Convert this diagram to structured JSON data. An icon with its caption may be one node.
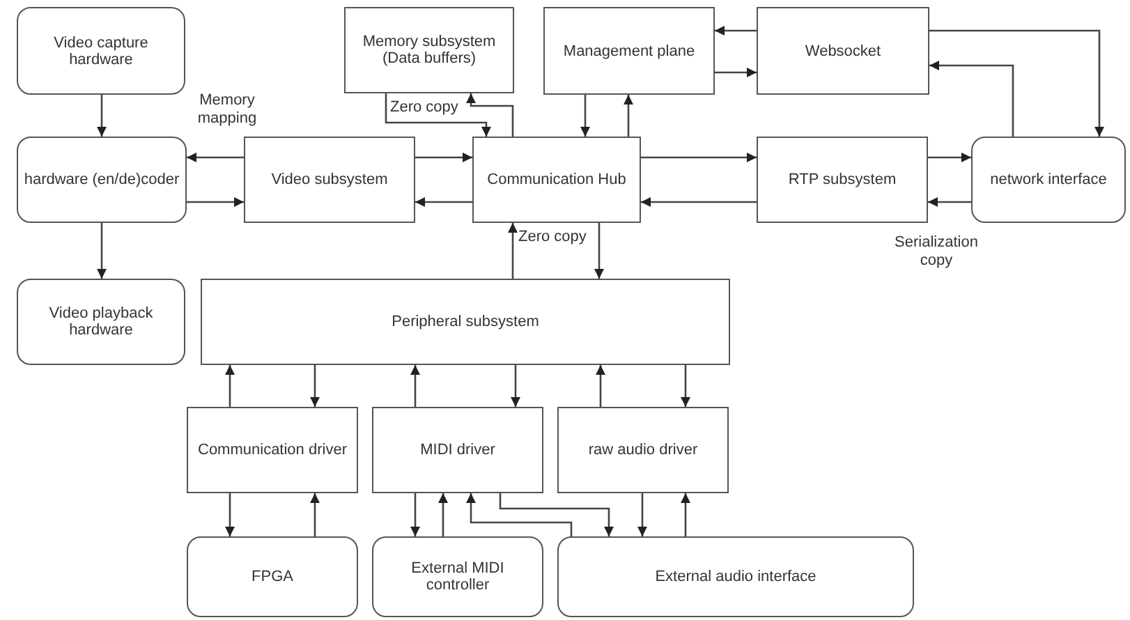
{
  "diagram": {
    "nodes": [
      {
        "text": [
          "Video capture hardware"
        ]
      },
      {
        "text": [
          "Memory subsystem (Data buffers)"
        ]
      },
      {
        "text": [
          "Management plane"
        ]
      },
      {
        "text": [
          "Websocket"
        ]
      },
      {
        "text": [
          "hardware (en/de)coder"
        ]
      },
      {
        "text": [
          "Video subsystem"
        ]
      },
      {
        "text": [
          "Communication Hub"
        ]
      },
      {
        "text": [
          "RTP subsystem"
        ]
      },
      {
        "text": [
          "network interface"
        ]
      },
      {
        "text": [
          "Video playback hardware"
        ]
      },
      {
        "text": [
          "Peripheral subsystem"
        ]
      },
      {
        "text": [
          "Communication driver"
        ]
      },
      {
        "text": [
          "MIDI driver"
        ]
      },
      {
        "text": [
          "raw audio driver"
        ]
      },
      {
        "text": [
          "FPGA"
        ]
      },
      {
        "text": [
          "External MIDI controller"
        ]
      },
      {
        "text": [
          "External audio interface"
        ]
      }
    ],
    "edges": [
      {
        "from": 0,
        "to": 4,
        "arrow": "to"
      },
      {
        "from": 4,
        "to": 9,
        "arrow": "to"
      },
      {
        "from": 5,
        "to": 4,
        "arrow": "to"
      },
      {
        "from": 4,
        "to": 5,
        "arrow": "to"
      },
      {
        "from": 5,
        "to": 6,
        "arrow": "to"
      },
      {
        "from": 6,
        "to": 5,
        "arrow": "to"
      },
      {
        "from": 1,
        "to": 6,
        "arrow": "to",
        "label": "Zero copy"
      },
      {
        "from": 6,
        "to": 1,
        "arrow": "to"
      },
      {
        "from": 2,
        "to": 6,
        "arrow": "to"
      },
      {
        "from": 6,
        "to": 2,
        "arrow": "to"
      },
      {
        "from": 6,
        "to": 7,
        "arrow": "to"
      },
      {
        "from": 7,
        "to": 6,
        "arrow": "to"
      },
      {
        "from": 7,
        "to": 8,
        "arrow": "to"
      },
      {
        "from": 8,
        "to": 7,
        "arrow": "to"
      },
      {
        "from": 3,
        "to": 2,
        "arrow": "to"
      },
      {
        "from": 2,
        "to": 3,
        "arrow": "to"
      },
      {
        "from": 3,
        "to": 8,
        "arrow": "to"
      },
      {
        "from": 8,
        "to": 3,
        "arrow": "to"
      },
      {
        "from": 10,
        "to": 6,
        "arrow": "to",
        "label": "Zero copy"
      },
      {
        "from": 6,
        "to": 10,
        "arrow": "to"
      },
      {
        "from": 11,
        "to": 10,
        "arrow": "to"
      },
      {
        "from": 10,
        "to": 11,
        "arrow": "to"
      },
      {
        "from": 12,
        "to": 10,
        "arrow": "to"
      },
      {
        "from": 10,
        "to": 12,
        "arrow": "to"
      },
      {
        "from": 13,
        "to": 10,
        "arrow": "to"
      },
      {
        "from": 10,
        "to": 13,
        "arrow": "to"
      },
      {
        "from": 11,
        "to": 14,
        "arrow": "to"
      },
      {
        "from": 14,
        "to": 11,
        "arrow": "to"
      },
      {
        "from": 12,
        "to": 15,
        "arrow": "to"
      },
      {
        "from": 15,
        "to": 12,
        "arrow": "to"
      },
      {
        "from": 16,
        "to": 12,
        "arrow": "to"
      },
      {
        "from": 12,
        "to": 16,
        "arrow": "to"
      },
      {
        "from": 13,
        "to": 16,
        "arrow": "to"
      },
      {
        "from": 16,
        "to": 13,
        "arrow": "to"
      }
    ],
    "labels": [
      "Memory mapping",
      "Serialization copy"
    ]
  }
}
